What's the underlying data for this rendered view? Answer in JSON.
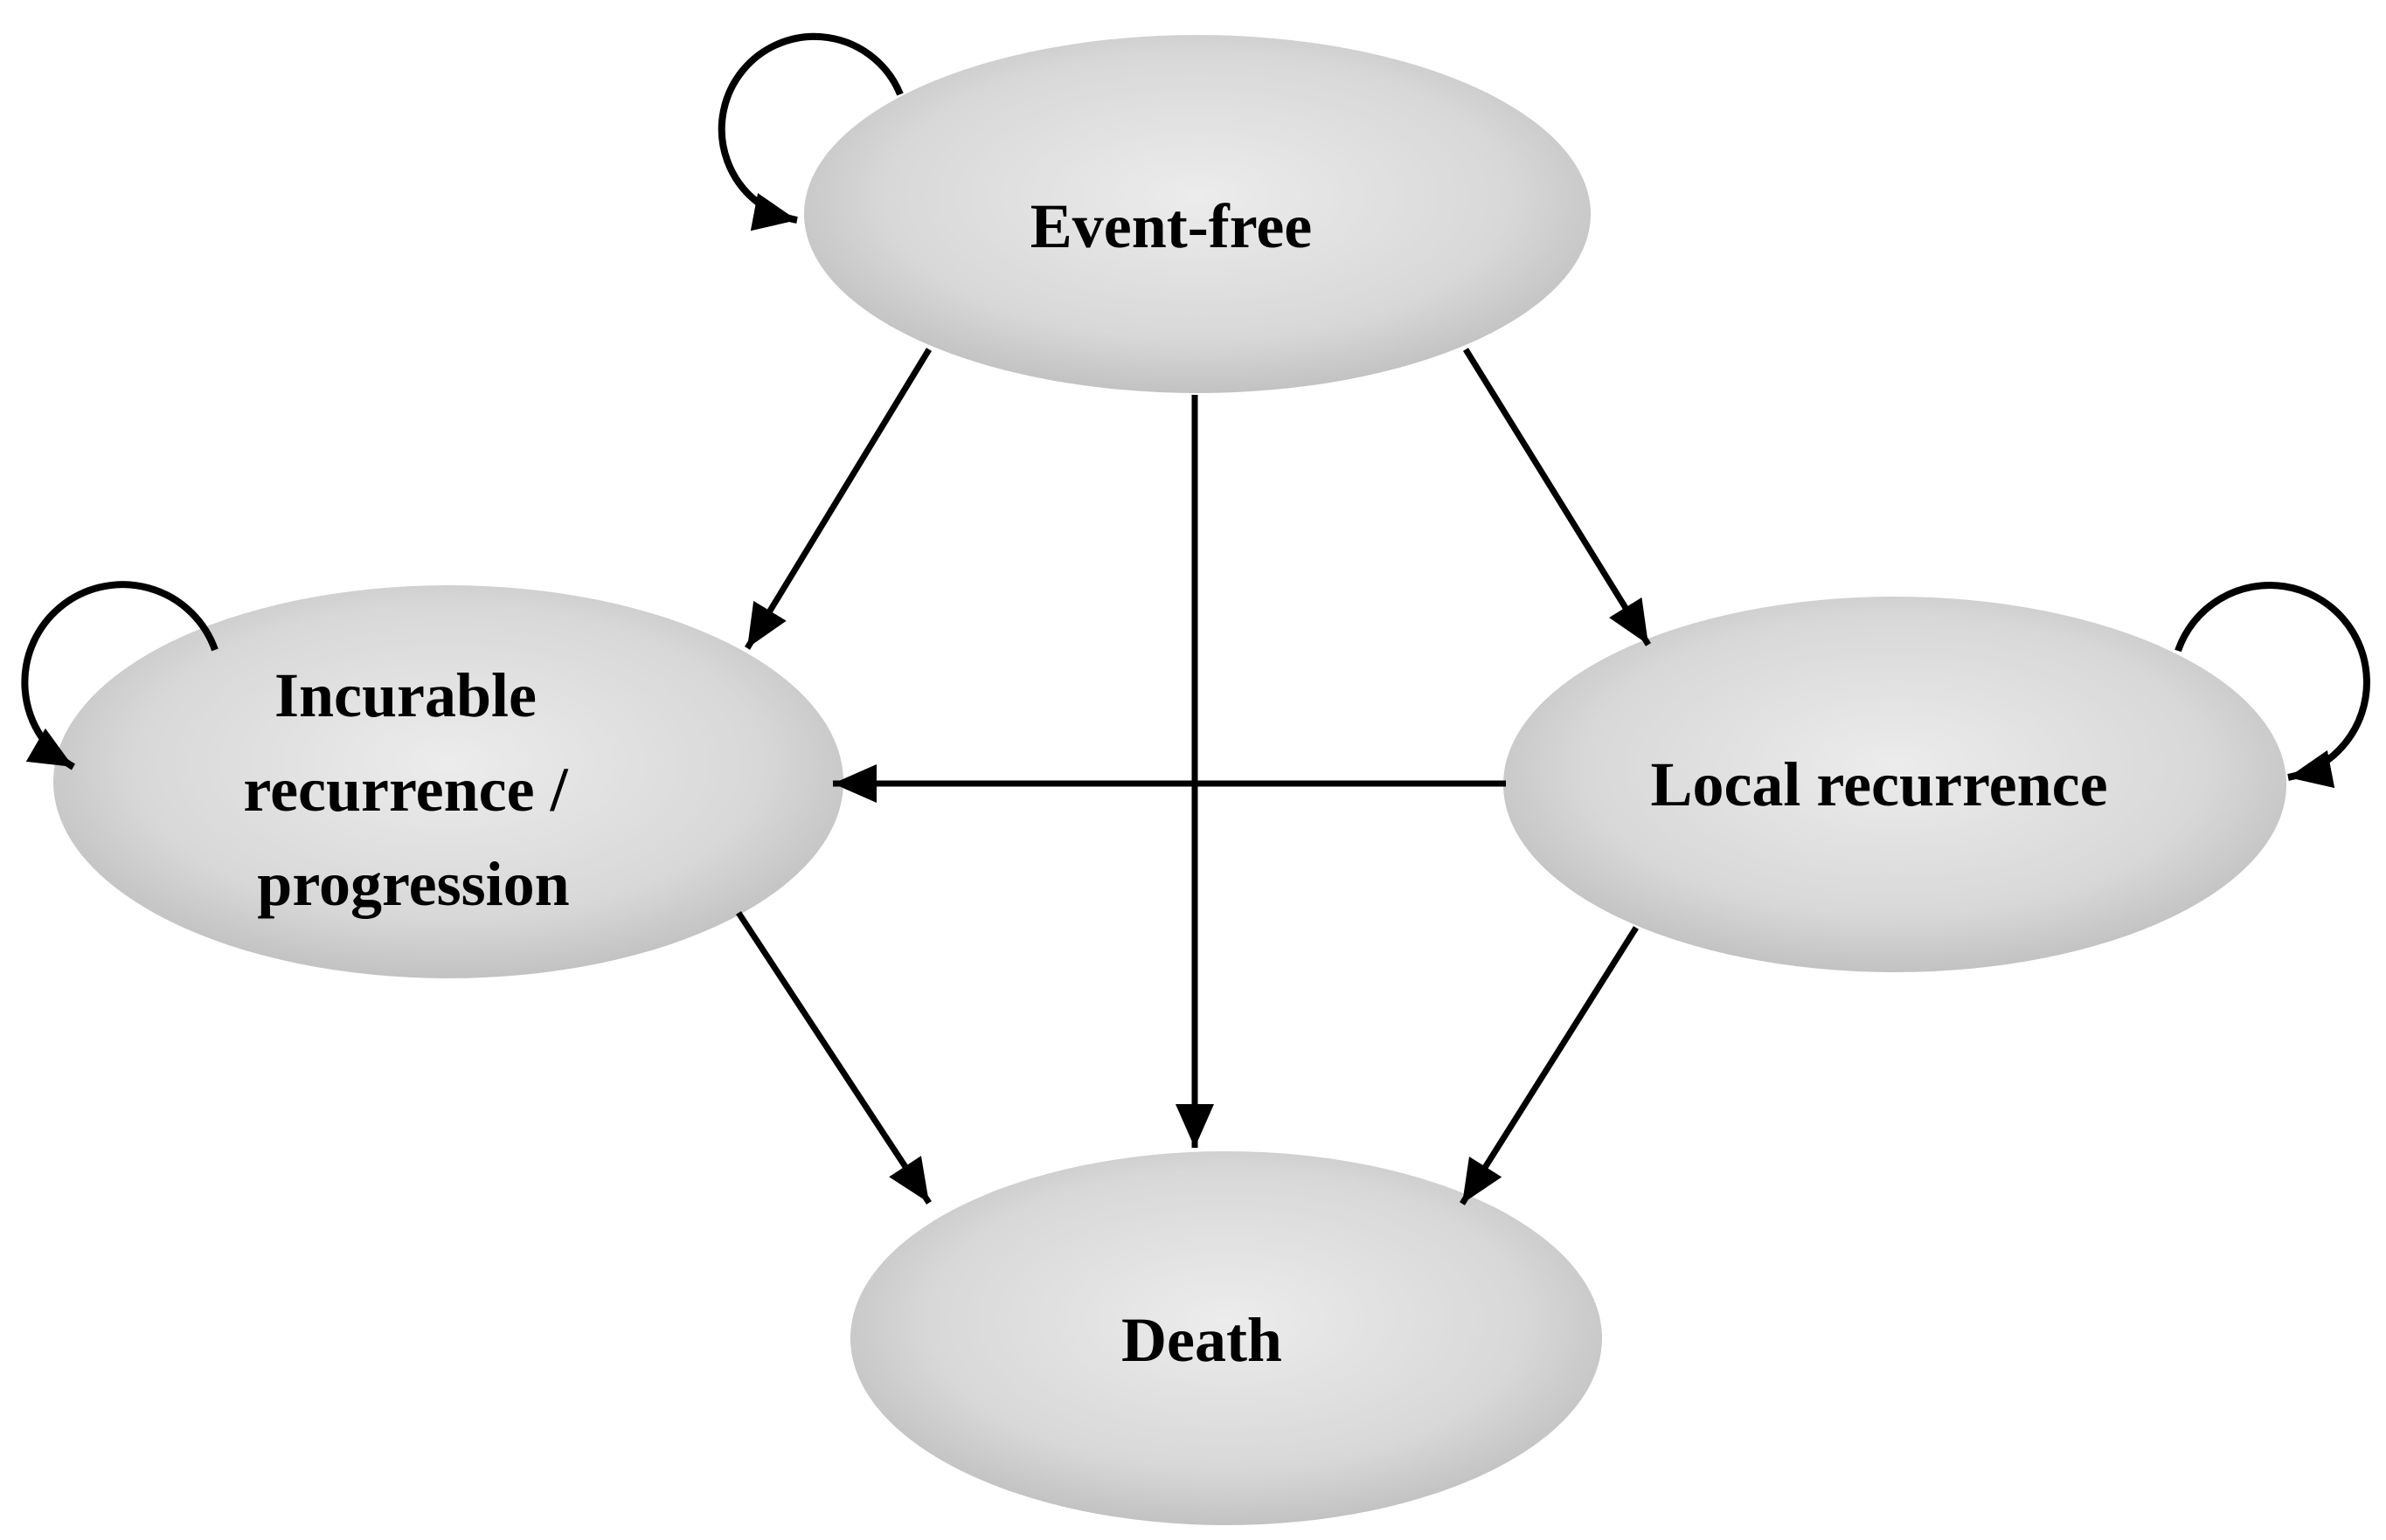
{
  "diagram": {
    "kind": "state-transition-diagram",
    "nodes": {
      "event_free": {
        "label": "Event-free",
        "self_loop": true
      },
      "incurable": {
        "lines": [
          "Incurable",
          "recurrence /",
          "progression"
        ],
        "self_loop": true
      },
      "local": {
        "label": "Local recurrence",
        "self_loop": true
      },
      "death": {
        "label": "Death",
        "self_loop": false
      }
    },
    "transitions": [
      {
        "from": "event_free",
        "to": "event_free"
      },
      {
        "from": "event_free",
        "to": "incurable"
      },
      {
        "from": "event_free",
        "to": "local"
      },
      {
        "from": "event_free",
        "to": "death"
      },
      {
        "from": "local",
        "to": "local"
      },
      {
        "from": "local",
        "to": "incurable"
      },
      {
        "from": "incurable",
        "to": "incurable"
      },
      {
        "from": "incurable",
        "to": "death"
      },
      {
        "from": "local",
        "to": "death"
      }
    ]
  },
  "colors": {
    "background": "#ffffff",
    "node_fill_center": "#ececec",
    "node_fill_mid": "#d8d8d8",
    "node_fill_edge": "#aaaaaa",
    "arrow": "#000000",
    "label_text": "#000000"
  }
}
